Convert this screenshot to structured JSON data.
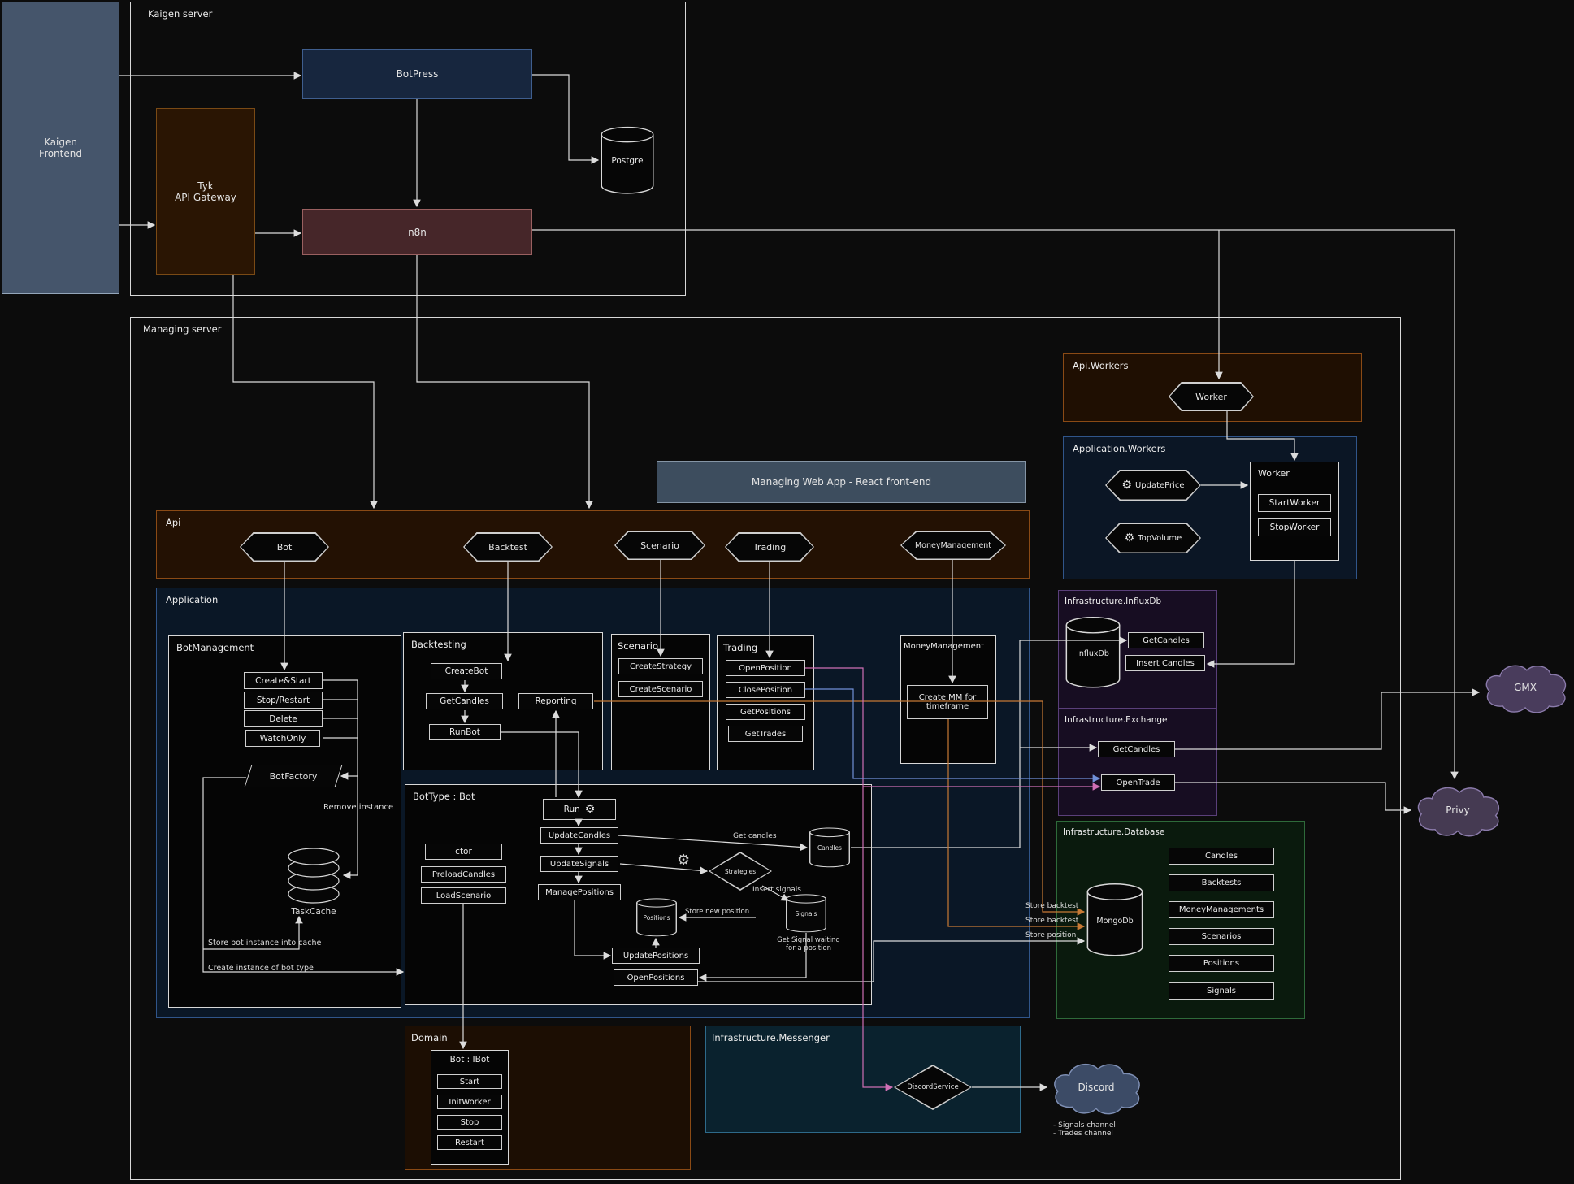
{
  "kaigen_frontend": {
    "label": "Kaigen\nFrontend"
  },
  "kaigen_server": {
    "title": "Kaigen server",
    "botpress": "BotPress",
    "tyk": "Tyk\nAPI Gateway",
    "n8n": "n8n",
    "postgre": "Postgre"
  },
  "managing_server": {
    "title": "Managing server",
    "api_workers": {
      "title": "Api.Workers",
      "worker": "Worker"
    },
    "application_workers": {
      "title": "Application.Workers",
      "update_price": "UpdatePrice",
      "top_volume": "TopVolume",
      "worker_box": {
        "title": "Worker",
        "start_worker": "StartWorker",
        "stop_worker": "StopWorker"
      }
    },
    "web_app": "Managing Web App - React front-end",
    "api": {
      "title": "Api",
      "endpoints": [
        "Bot",
        "Backtest",
        "Scenario",
        "Trading",
        "MoneyManagement"
      ]
    },
    "application": {
      "title": "Application",
      "bot_management": {
        "title": "BotManagement",
        "actions": [
          "Create&Start",
          "Stop/Restart",
          "Delete",
          "WatchOnly"
        ],
        "bot_factory": "BotFactory",
        "task_cache": "TaskCache",
        "remove_instance": "Remove instance",
        "store_instance": "Store bot instance into cache",
        "create_instance": "Create instance of bot type"
      },
      "backtesting": {
        "title": "Backtesting",
        "create_bot": "CreateBot",
        "get_candles": "GetCandles",
        "run_bot": "RunBot",
        "reporting": "Reporting"
      },
      "scenario": {
        "title": "Scenario",
        "create_strategy": "CreateStrategy",
        "create_scenario": "CreateScenario"
      },
      "trading": {
        "title": "Trading",
        "open_position": "OpenPosition",
        "close_position": "ClosePosition",
        "get_positions": "GetPositions",
        "get_trades": "GetTrades"
      },
      "money_management": {
        "title": "MoneyManagement",
        "create_mm": "Create MM for\ntimeframe"
      },
      "bot_type": {
        "title": "BotType : Bot",
        "ctor": "ctor",
        "preload_candles": "PreloadCandles",
        "load_scenario": "LoadScenario",
        "run": "Run",
        "update_candles": "UpdateCandles",
        "update_signals": "UpdateSignals",
        "manage_positions": "ManagePositions",
        "update_positions": "UpdatePositions",
        "open_positions": "OpenPositions",
        "strategies": "Strategies",
        "candles_db": "Candles",
        "signals_db": "Signals",
        "positions_db": "Positions",
        "get_candles_note": "Get candles",
        "insert_signals_note": "Insert signals",
        "store_new_position_note": "Store new position",
        "get_signal_note": "Get Signal waiting\nfor a position"
      }
    },
    "influxdb": {
      "title": "Infrastructure.InfluxDb",
      "db": "InfluxDb",
      "get_candles": "GetCandles",
      "insert_candles": "Insert Candles"
    },
    "exchange": {
      "title": "Infrastructure.Exchange",
      "get_candles": "GetCandles",
      "open_trade": "OpenTrade"
    },
    "database": {
      "title": "Infrastructure.Database",
      "db": "MongoDb",
      "collections": [
        "Candles",
        "Backtests",
        "MoneyManagements",
        "Scenarios",
        "Positions",
        "Signals"
      ],
      "notes": [
        "Store backtest",
        "Store backtest",
        "Store position"
      ]
    },
    "domain": {
      "title": "Domain",
      "bot_interface": "Bot : IBot",
      "methods": [
        "Start",
        "InitWorker",
        "Stop",
        "Restart"
      ]
    },
    "messenger": {
      "title": "Infrastructure.Messenger",
      "discord_service": "DiscordService"
    }
  },
  "external": {
    "gmx": "GMX",
    "privy": "Privy",
    "discord": "Discord",
    "discord_channels": "- Signals channel\n- Trades channel"
  },
  "icons": {
    "gear": "⚙"
  },
  "colors": {
    "line": "#dcdcdc",
    "store_backtest_line": "#c87a35",
    "open_trade_line": "#7090d8",
    "discord_line": "#cf6fb5"
  }
}
